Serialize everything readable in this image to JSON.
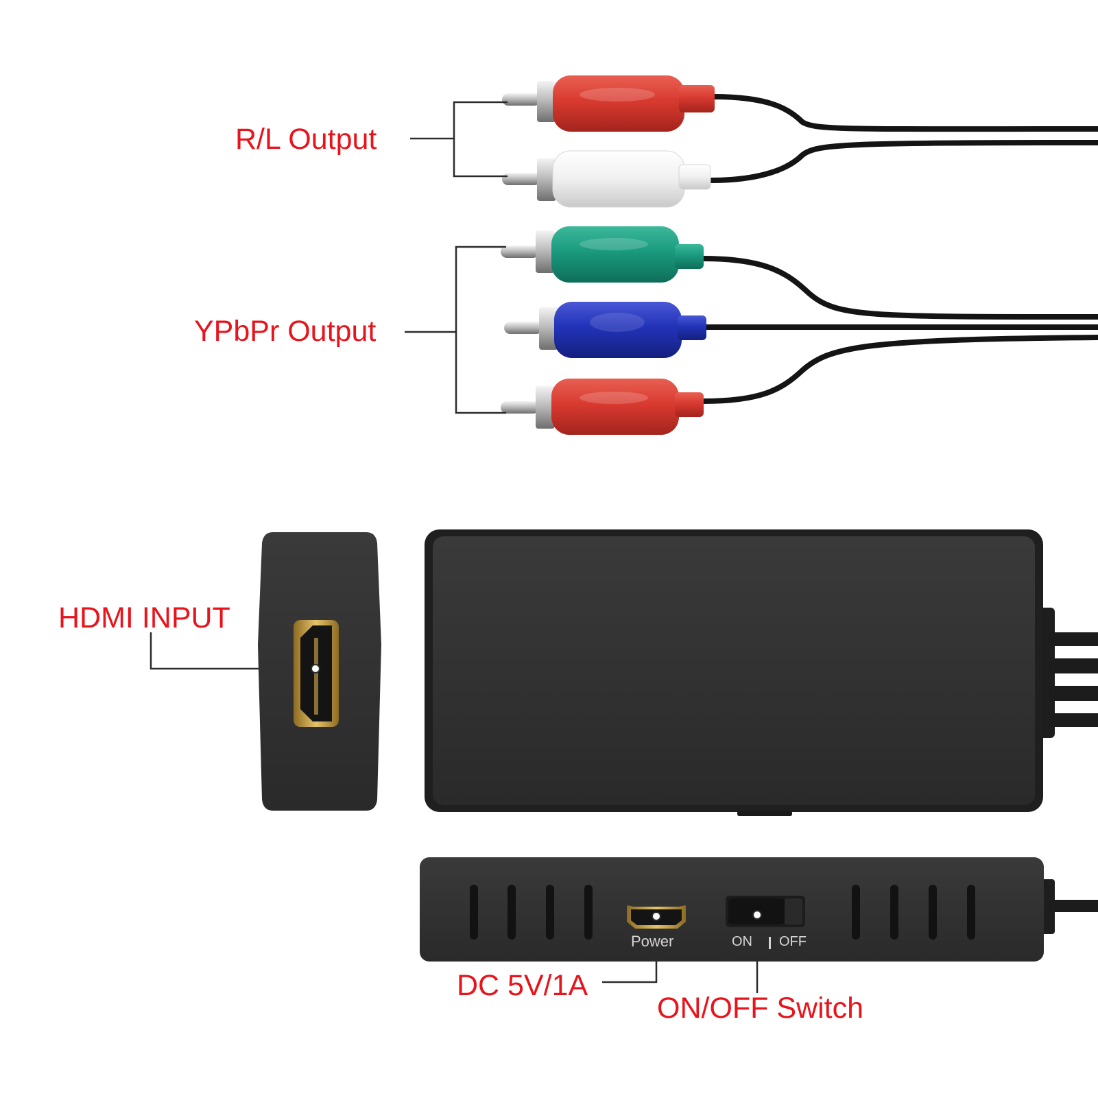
{
  "callouts": {
    "rl_output": "R/L Output",
    "ypbpr_output": "YPbPr Output",
    "hdmi_input": "HDMI INPUT",
    "dc_power": "DC 5V/1A",
    "power_switch": "ON/OFF Switch"
  },
  "device_labels": {
    "power_port": "Power",
    "switch_on": "ON",
    "switch_off": "OFF"
  },
  "colors": {
    "callout_text": "#e8141c",
    "plug_red": "#d93a30",
    "plug_white": "#f2f2f2",
    "plug_green": "#1a9a7e",
    "plug_blue": "#2233b8",
    "device_body": "#2e2e2e",
    "hdmi_gold": "#c9a24a",
    "device_label": "#d6d6d6"
  }
}
